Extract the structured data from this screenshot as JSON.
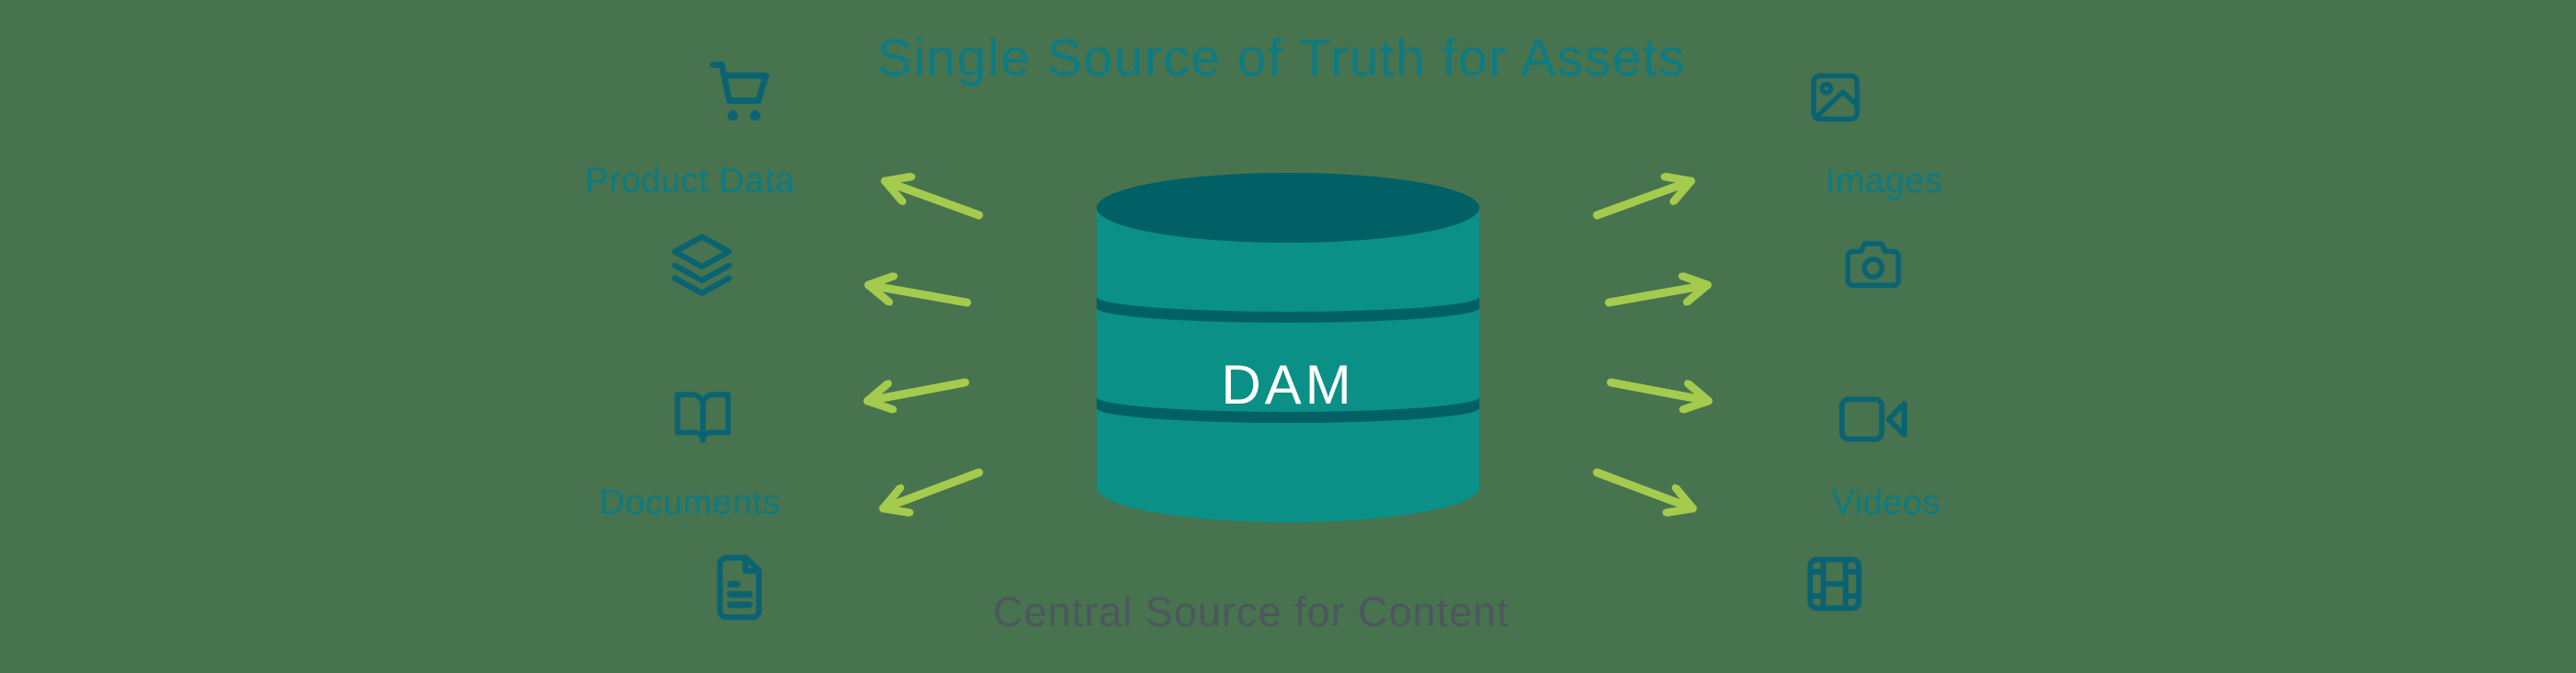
{
  "title": "Single Source of Truth for Assets",
  "footer": "Central Source for Content",
  "database": {
    "label": "DAM",
    "shape": "cylinder"
  },
  "left_column": {
    "items": [
      {
        "label": "Product Data",
        "icons": [
          "shopping-cart-icon",
          "layers-icon"
        ]
      },
      {
        "label": "Documents",
        "icons": [
          "open-book-icon",
          "file-text-icon"
        ]
      }
    ],
    "arrow_count": 4,
    "arrow_direction": "outward-left"
  },
  "right_column": {
    "items": [
      {
        "label": "Images",
        "icons": [
          "picture-icon",
          "camera-icon"
        ]
      },
      {
        "label": "Videos",
        "icons": [
          "video-camera-icon",
          "film-strip-icon"
        ]
      }
    ],
    "arrow_count": 4,
    "arrow_direction": "outward-right"
  },
  "colors": {
    "background": "#47734F",
    "cylinder_body": "#0A9086",
    "cylinder_dark": "#015F66",
    "icon_stroke": "#0B6372",
    "label_text": "#0D7B83",
    "title_text": "#0E7B83",
    "arrow": "#A5CB4E",
    "footer_text": "#4D575D",
    "dam_text": "#FFFFFF"
  }
}
